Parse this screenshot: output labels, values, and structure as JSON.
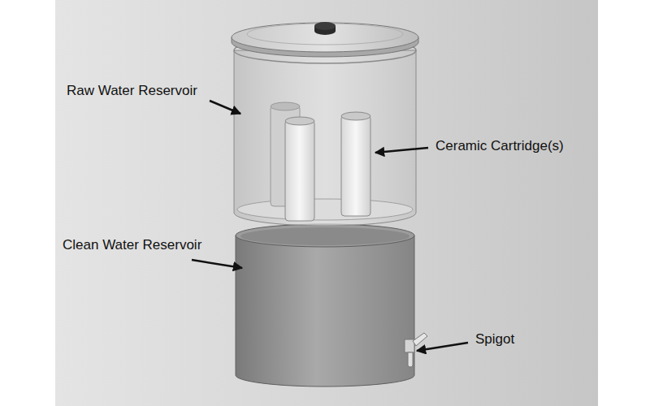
{
  "diagram": {
    "labels": [
      "Raw Water Reservoir",
      "Ceramic Cartridge(s)",
      "Clean Water Reservoir",
      "Spigot"
    ]
  }
}
